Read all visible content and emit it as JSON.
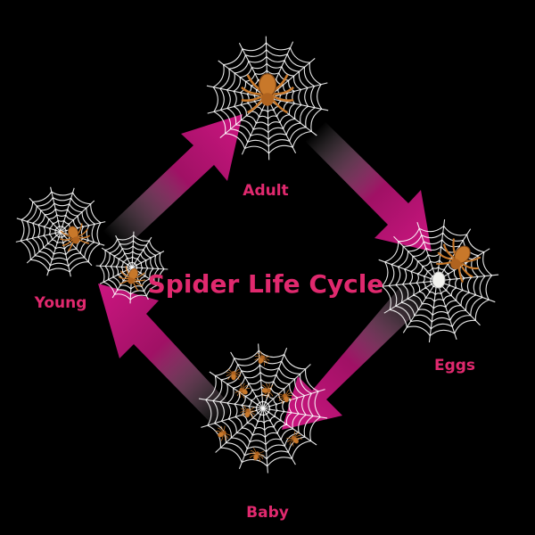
{
  "title": "Spider Life Cycle",
  "stages": [
    {
      "id": "adult",
      "label": "Adult"
    },
    {
      "id": "eggs",
      "label": "Eggs"
    },
    {
      "id": "baby",
      "label": "Baby"
    },
    {
      "id": "young",
      "label": "Young"
    }
  ],
  "colors": {
    "background": "#000000",
    "label": "#e0296e",
    "arrow": "#c8157e",
    "web": "#ffffff",
    "spider": "#c8782a",
    "egg_sac": "#f2f2ee"
  }
}
